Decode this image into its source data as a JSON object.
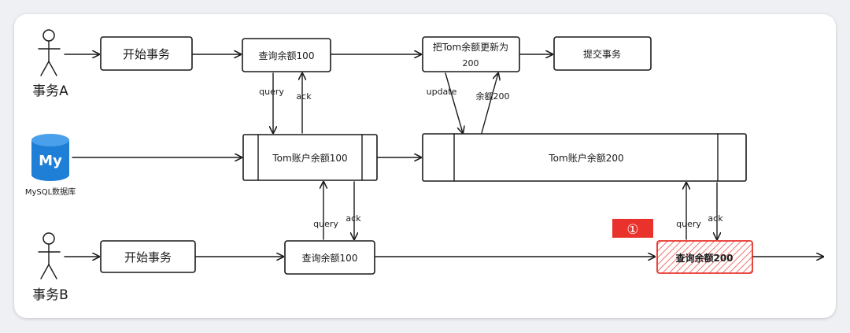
{
  "actors": {
    "a": "事务A",
    "b": "事务B",
    "db": "MySQL数据库",
    "db_logo": "My"
  },
  "boxes": {
    "a_start": "开始事务",
    "a_query": "查询余额100",
    "a_update_1": "把Tom余额更新为",
    "a_update_2": "200",
    "a_commit": "提交事务",
    "tom_100": "Tom账户余额100",
    "tom_200": "Tom账户余额200",
    "b_start": "开始事务",
    "b_query1": "查询余额100",
    "b_query2": "查询余额200"
  },
  "edges": {
    "query": "query",
    "ack": "ack",
    "update": "update",
    "balance200": "余额200"
  },
  "marker": {
    "label": "①",
    "color": "#e8322b"
  },
  "colors": {
    "db_blue": "#1f7fd6",
    "highlight": "#e8322b"
  }
}
